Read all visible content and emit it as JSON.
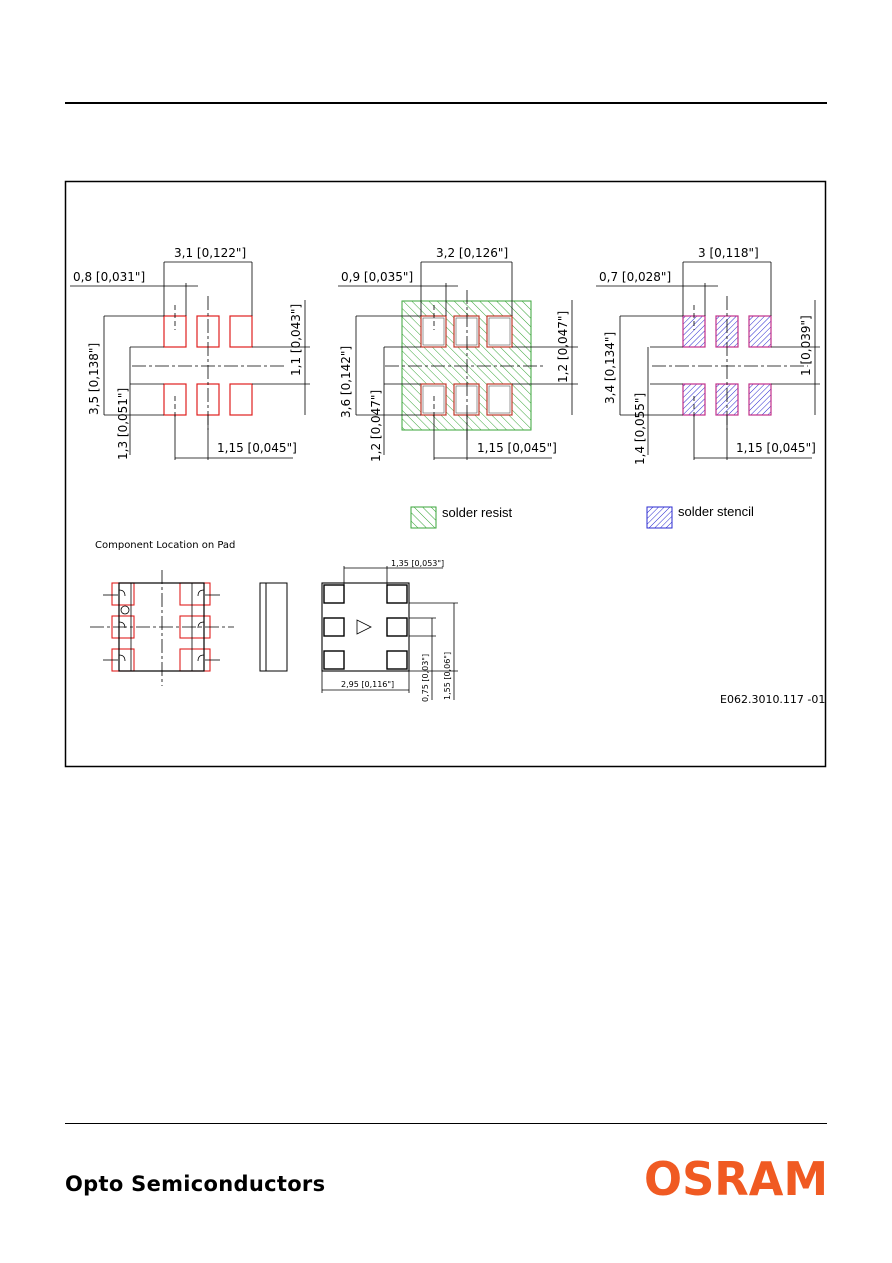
{
  "drawing": {
    "fig1": {
      "dim_total_width": "3,1 [0,122\"]",
      "dim_pad_width": "0,8 [0,031\"]",
      "dim_height": "3,5 [0,138\"]",
      "dim_gap": "1,1 [0,043\"]",
      "dim_pad_height": "1,3 [0,051\"]",
      "dim_pitch": "1,15 [0,045\"]"
    },
    "fig2": {
      "dim_total_width": "3,2 [0,126\"]",
      "dim_pad_width": "0,9 [0,035\"]",
      "dim_height": "3,6 [0,142\"]",
      "dim_gap": "1,2 [0,047\"]",
      "dim_pad_height": "1,2 [0,047\"]",
      "dim_pitch": "1,15 [0,045\"]"
    },
    "fig3": {
      "dim_total_width": "3 [0,118\"]",
      "dim_pad_width": "0,7 [0,028\"]",
      "dim_height": "3,4 [0,134\"]",
      "dim_gap": "1 [0,039\"]",
      "dim_pad_height": "1,4 [0,055\"]",
      "dim_pitch": "1,15 [0,045\"]"
    },
    "legend": {
      "solder_resist": "solder resist",
      "solder_stencil": "solder stencil"
    },
    "component_location_title": "Component Location on Pad",
    "package": {
      "dim_top": "1,35 [0,053\"]",
      "dim_width": "2,95 [0,116\"]",
      "dim_pad": "0,75 [0,03\"]",
      "dim_height": "1,55 [0,06\"]"
    },
    "drawing_number": "E062.3010.117 -01"
  },
  "footer": {
    "company": "Opto Semiconductors",
    "logo_text": "OSRAM"
  },
  "colors": {
    "pad_outline": "#e0201e",
    "solder_resist": "#3aa53a",
    "solder_stencil": "#2a2ad0",
    "logo": "#f05a22"
  }
}
